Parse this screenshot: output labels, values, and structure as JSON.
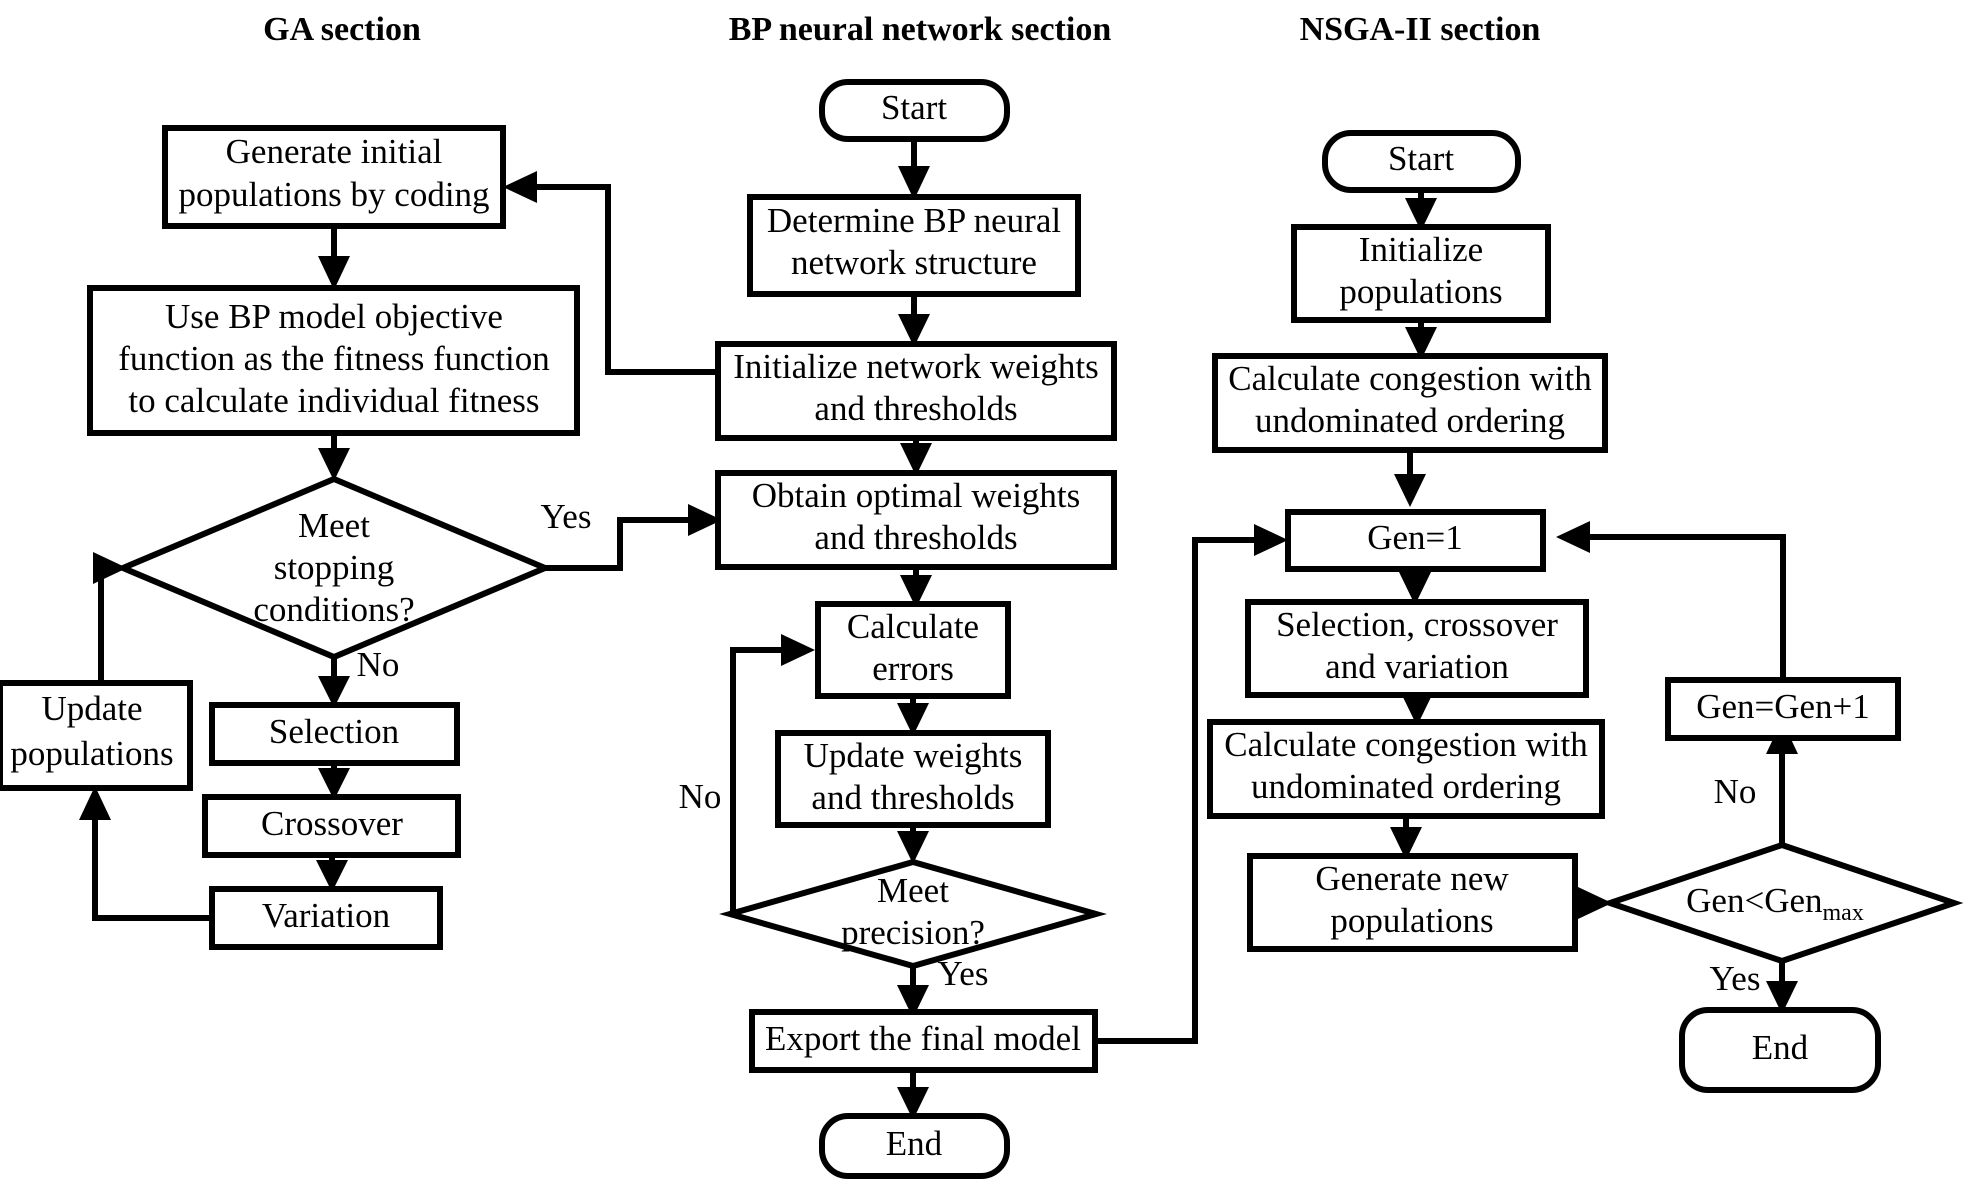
{
  "diagram": {
    "title": "Hybrid GA-BP-NSGA-II optimization flowchart",
    "stroke_color": "#000000",
    "fill_color": "#ffffff",
    "sections": [
      {
        "id": "ga",
        "title": "GA section"
      },
      {
        "id": "bp",
        "title": "BP neural network section"
      },
      {
        "id": "nsga",
        "title": "NSGA-II section"
      }
    ],
    "nodes": {
      "ga_generate": {
        "text_lines": [
          "Generate initial",
          "populations by coding"
        ],
        "shape": "process"
      },
      "ga_fitness": {
        "text_lines": [
          "Use BP model objective",
          "function as the fitness function",
          "to calculate individual fitness"
        ],
        "shape": "process"
      },
      "ga_meet": {
        "text_lines": [
          "Meet",
          "stopping",
          "conditions?"
        ],
        "shape": "decision"
      },
      "ga_update": {
        "text_lines": [
          "Update",
          "populations"
        ],
        "shape": "process"
      },
      "ga_selection": {
        "text_lines": [
          "Selection"
        ],
        "shape": "process"
      },
      "ga_crossover": {
        "text_lines": [
          "Crossover"
        ],
        "shape": "process"
      },
      "ga_variation": {
        "text_lines": [
          "Variation"
        ],
        "shape": "process"
      },
      "bp_start": {
        "text_lines": [
          "Start"
        ],
        "shape": "terminator"
      },
      "bp_determine": {
        "text_lines": [
          "Determine BP neural",
          "network structure"
        ],
        "shape": "process"
      },
      "bp_init": {
        "text_lines": [
          "Initialize network weights",
          "and thresholds"
        ],
        "shape": "process"
      },
      "bp_obtain": {
        "text_lines": [
          "Obtain optimal weights",
          "and thresholds"
        ],
        "shape": "process"
      },
      "bp_calc_err": {
        "text_lines": [
          "Calculate",
          "errors"
        ],
        "shape": "process"
      },
      "bp_update_wt": {
        "text_lines": [
          "Update weights",
          "and thresholds"
        ],
        "shape": "process"
      },
      "bp_meet_prec": {
        "text_lines": [
          "Meet",
          "precision?"
        ],
        "shape": "decision"
      },
      "bp_export": {
        "text_lines": [
          "Export the final model"
        ],
        "shape": "process"
      },
      "bp_end": {
        "text_lines": [
          "End"
        ],
        "shape": "terminator"
      },
      "ns_start": {
        "text_lines": [
          "Start"
        ],
        "shape": "terminator"
      },
      "ns_init": {
        "text_lines": [
          "Initialize",
          "populations"
        ],
        "shape": "process"
      },
      "ns_congest1": {
        "text_lines": [
          "Calculate congestion with",
          "undominated ordering"
        ],
        "shape": "process"
      },
      "ns_gen1": {
        "text_lines": [
          "Gen=1"
        ],
        "shape": "process"
      },
      "ns_scv": {
        "text_lines": [
          "Selection, crossover",
          "and variation"
        ],
        "shape": "process"
      },
      "ns_congest2": {
        "text_lines": [
          "Calculate congestion with",
          "undominated ordering"
        ],
        "shape": "process"
      },
      "ns_newpop": {
        "text_lines": [
          "Generate new",
          "populations"
        ],
        "shape": "process"
      },
      "ns_genplus": {
        "text_lines": [
          "Gen=Gen+1"
        ],
        "shape": "process"
      },
      "ns_gencmp": {
        "text_main": "Gen<Gen",
        "text_sub": "max",
        "shape": "decision"
      },
      "ns_end": {
        "text_lines": [
          "End"
        ],
        "shape": "terminator"
      }
    },
    "edge_labels": {
      "ga_meet_yes": "Yes",
      "ga_meet_no": "No",
      "bp_prec_no": "No",
      "bp_prec_yes": "Yes",
      "ns_cmp_no": "No",
      "ns_cmp_yes": "Yes"
    }
  }
}
